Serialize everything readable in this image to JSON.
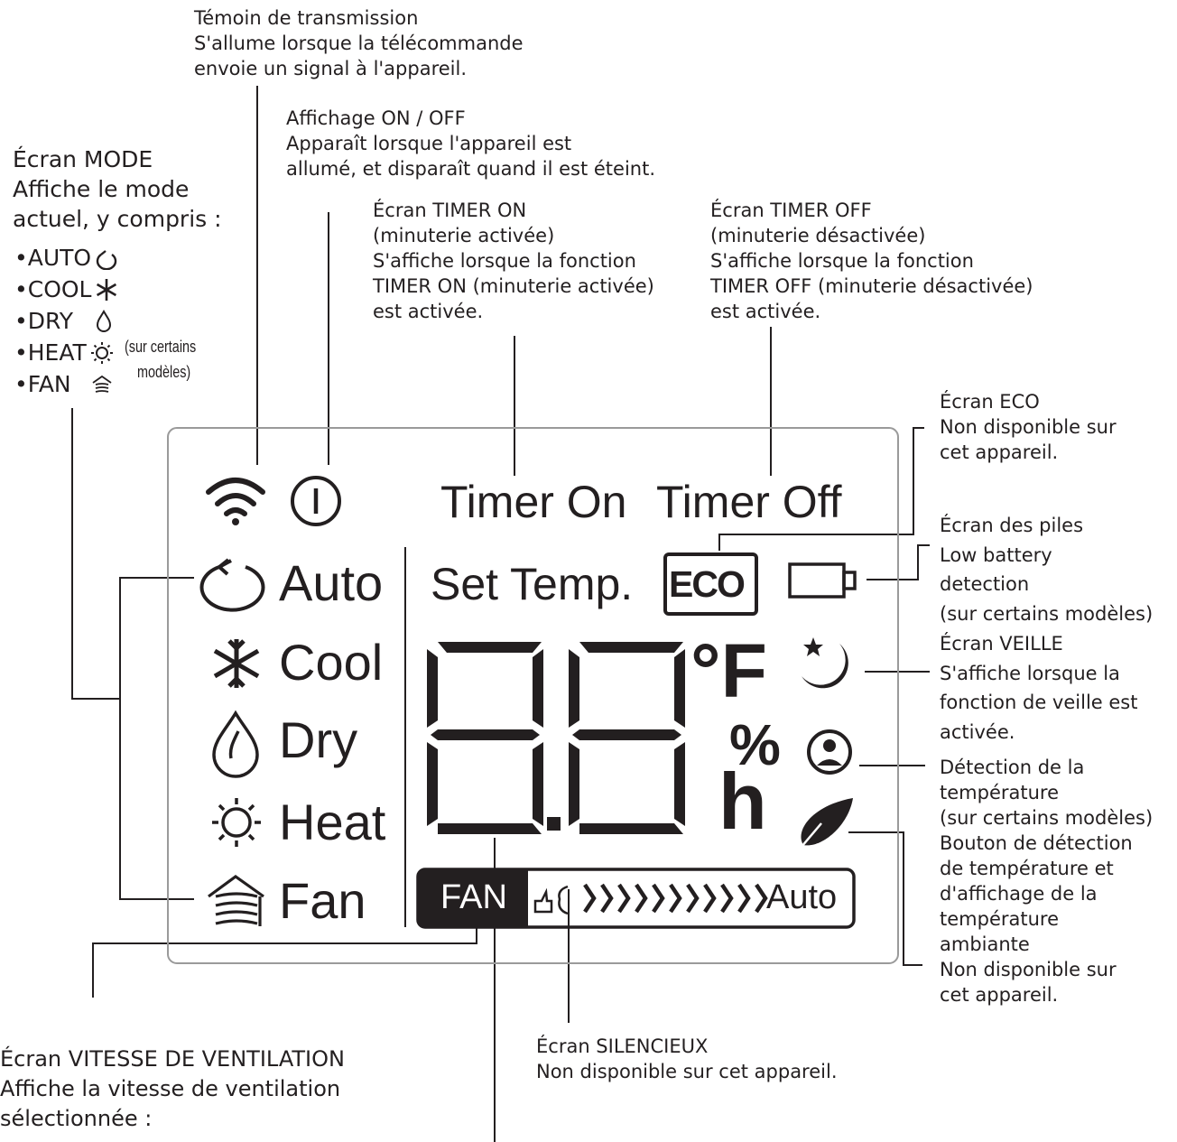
{
  "annotations": {
    "transmission": "Témoin de transmission\nS'allume lorsque la télécommande\nenvoie un signal à l'appareil.",
    "onoff": "Affichage ON / OFF\nApparaît lorsque l'appareil est\nallumé, et disparaît quand il est éteint.",
    "mode": "Écran MODE\nAffiche le mode\nactuel, y compris :",
    "mode_list": [
      "•AUTO",
      "•COOL",
      "•DRY",
      "•HEAT",
      "•FAN"
    ],
    "mode_note": [
      "(sur certains",
      "modèles)"
    ],
    "timer_on": "Écran TIMER ON\n(minuterie activée)\nS'affiche lorsque la fonction\nTIMER ON (minuterie activée)\nest activée.",
    "timer_off": "Écran TIMER OFF\n(minuterie désactivée)\nS'affiche lorsque la fonction\nTIMER OFF (minuterie désactivée)\nest activée.",
    "eco": "Écran ECO\nNon disponible sur\ncet appareil.",
    "battery": "Écran des piles\nLow battery\ndetection\n(sur certains modèles)",
    "sleep": "Écran VEILLE\nS'affiche lorsque la\nfonction de veille est\nactivée.",
    "temp_detect": "Détection de la\ntempérature\n(sur certains modèles)\nBouton de détection\nde température et\nd'affichage de la\ntempérature\nambiante\nNon disponible sur\ncet appareil.",
    "silent": "Écran SILENCIEUX\nNon disponible sur cet appareil.",
    "fan_speed": "Écran VITESSE DE VENTILATION\nAffiche la vitesse de ventilation\nsélectionnée :"
  },
  "lcd": {
    "timer_on": "Timer On",
    "timer_off": "Timer Off",
    "set_temp": "Set Temp.",
    "eco": "ECO",
    "modes": [
      "Auto",
      "Cool",
      "Dry",
      "Heat",
      "Fan"
    ],
    "fan_label": "FAN",
    "fan_auto": "Auto",
    "unit_f": "°F",
    "unit_pct": "%",
    "unit_h": "h"
  },
  "icons": [
    "wifi-icon",
    "power-icon",
    "auto-mode-icon",
    "snowflake-icon",
    "droplet-icon",
    "sun-icon",
    "fan-house-icon",
    "battery-icon",
    "moon-star-icon",
    "person-circle-icon",
    "leaf-icon",
    "silent-hand-icon"
  ],
  "colors": {
    "ink": "#231f20",
    "frame": "#9a9a9a",
    "background": "#ffffff"
  }
}
